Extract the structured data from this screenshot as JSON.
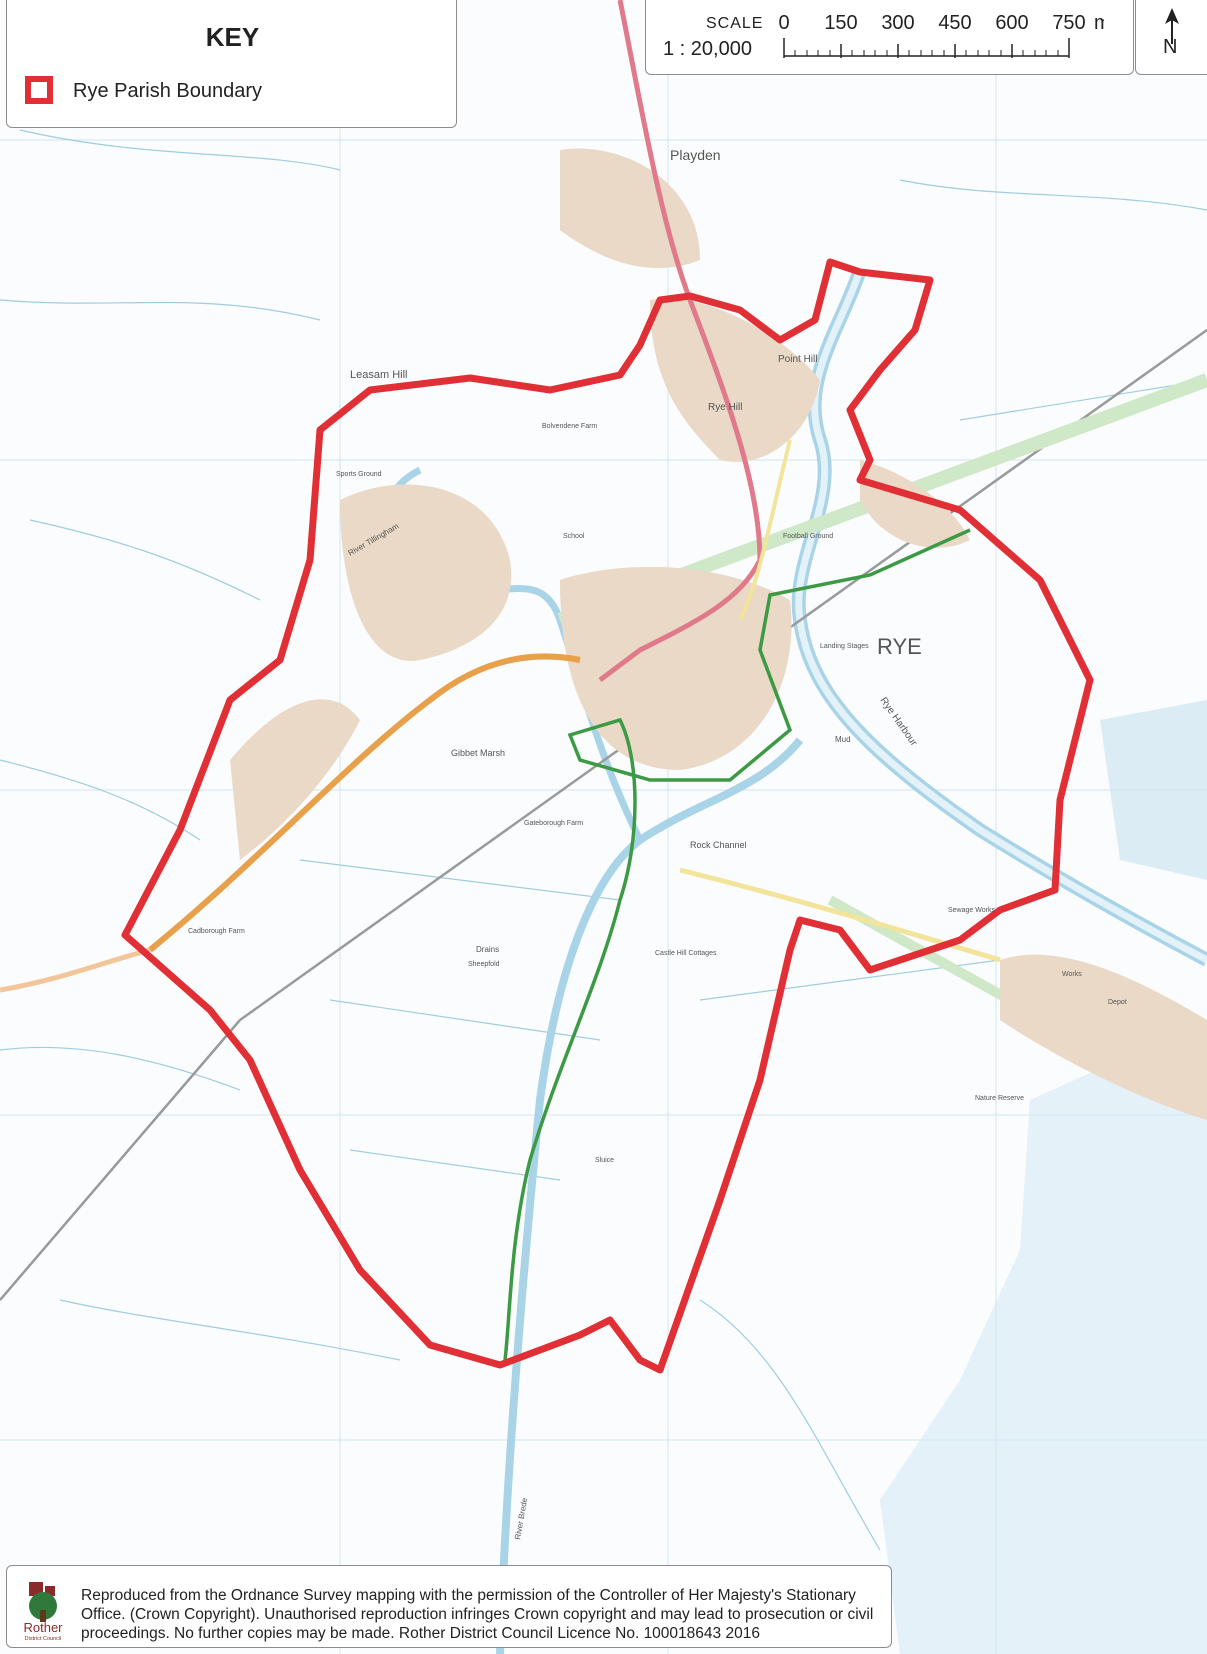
{
  "key": {
    "title": "KEY",
    "items": [
      {
        "label": "Rye Parish Boundary",
        "color": "#e03036"
      }
    ]
  },
  "scale": {
    "word": "SCALE",
    "ratio": "1 : 20,000",
    "ticks": [
      "0",
      "150",
      "300",
      "450",
      "600",
      "750"
    ],
    "unit": "m"
  },
  "north": {
    "letter": "N"
  },
  "place_labels": {
    "rye": "RYE",
    "playden": "Playden",
    "point_hill": "Point Hill",
    "rye_hill": "Rye Hill",
    "leasam_hill": "Leasam Hill",
    "gibbet_marsh": "Gibbet Marsh",
    "football_ground": "Football Ground",
    "sports_ground": "Sports Ground",
    "school": "School",
    "rye_harbour": "Rye Harbour",
    "rock_channel": "Rock Channel",
    "sewage_works": "Sewage Works",
    "drains": "Drains",
    "sluice": "Sluice",
    "nature_reserve": "Nature Reserve",
    "river_brede": "River Brede",
    "river_tillingham": "River Tillingham",
    "mud": "Mud",
    "landing_stages": "Landing Stages",
    "cadborough_farm": "Cadborough Farm",
    "castle_hill_cottages": "Castle Hill Cottages",
    "gateborough_farm": "Gateborough Farm",
    "sheepfold": "Sheepfold",
    "bolvendene_farm": "Bolvendene Farm",
    "works": "Works",
    "depot": "Depot"
  },
  "footer": {
    "text": "Reproduced from the Ordnance Survey mapping with the permission of the Controller of Her Majesty's Stationary Office. (Crown Copyright). Unauthorised reproduction infringes Crown copyright and may lead to prosecution or civil proceedings. No further copies may be made. Rother District Council Licence No. 100018643 2016",
    "logo_name": "Rother",
    "logo_sub": "District Council"
  },
  "colors": {
    "boundary": "#e03036",
    "green_route": "#3c9a44",
    "pink_road": "#e07a8a",
    "orange_road": "#e8a04a",
    "water": "#d9ecf5",
    "river": "#a9d4e8"
  }
}
